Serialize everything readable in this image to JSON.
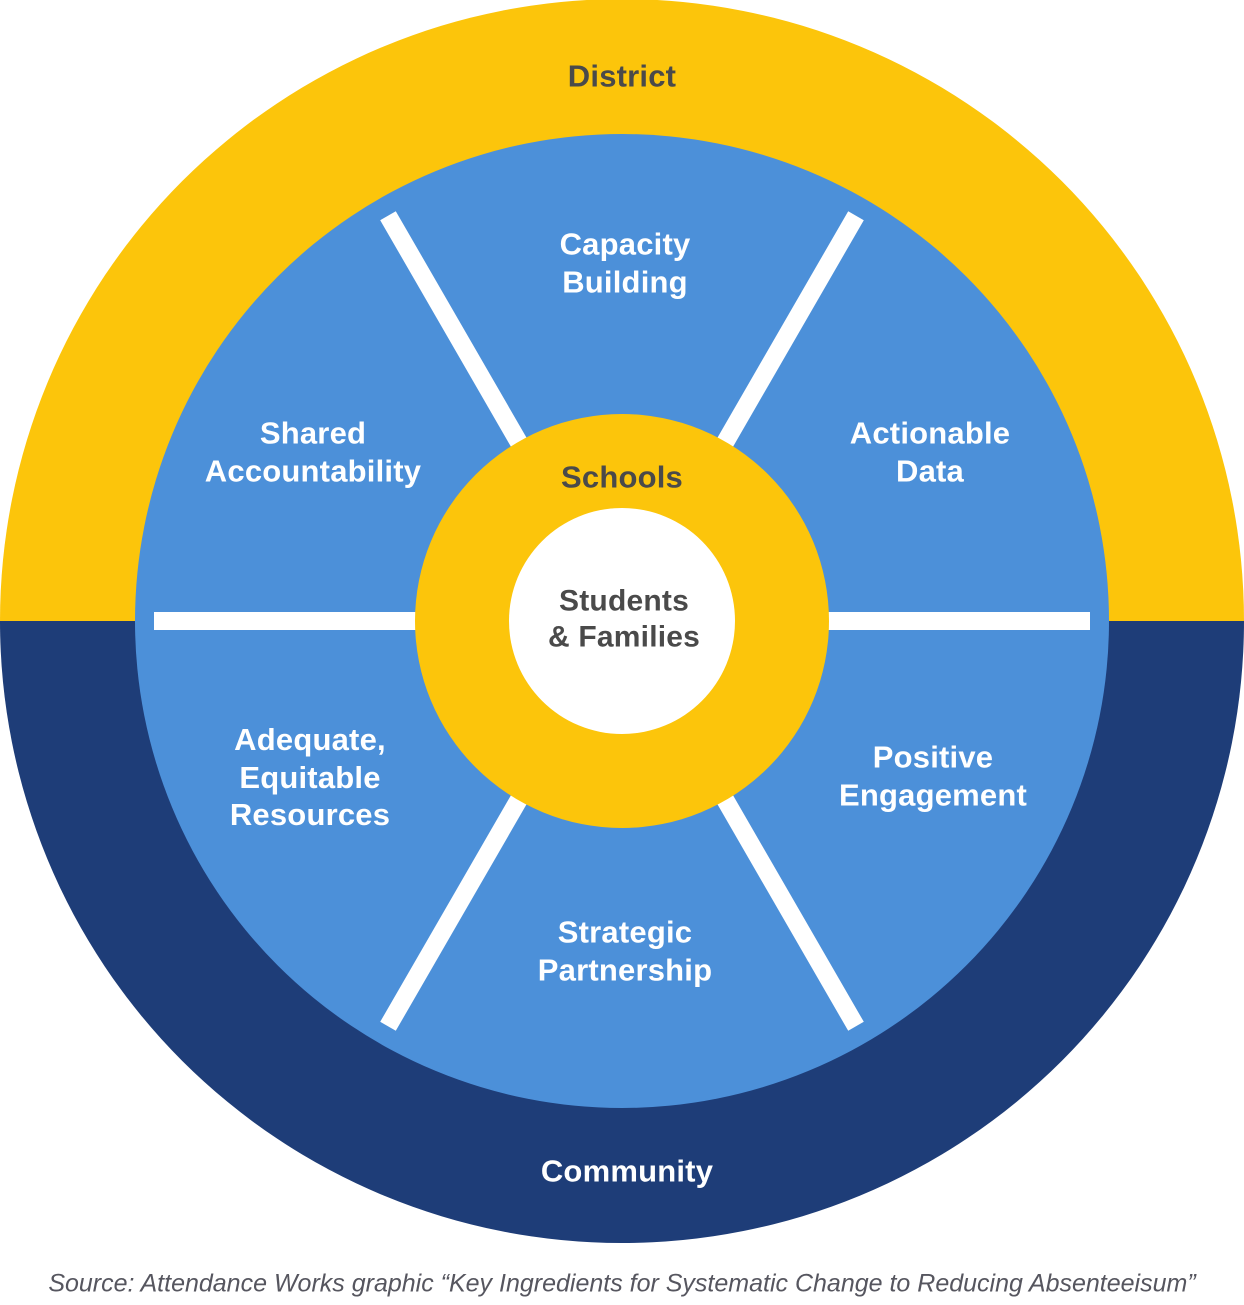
{
  "colors": {
    "district_yellow": "#FCC50B",
    "community_navy": "#1E3D78",
    "segment_blue": "#4C90D9",
    "divider_white": "#FFFFFF",
    "center_white": "#FFFFFF",
    "dark_text": "#4A4A4A",
    "source_text": "#56565F"
  },
  "rings": {
    "outer_top": {
      "label": "District"
    },
    "outer_bottom": {
      "label": "Community"
    },
    "inner": {
      "label": "Schools"
    },
    "center": {
      "label": [
        "Students",
        "& Families"
      ]
    }
  },
  "segments": [
    {
      "label": [
        "Capacity",
        "Building"
      ]
    },
    {
      "label": [
        "Actionable",
        "Data"
      ]
    },
    {
      "label": [
        "Positive",
        "Engagement"
      ]
    },
    {
      "label": [
        "Strategic",
        "Partnership"
      ]
    },
    {
      "label": [
        "Adequate,",
        "Equitable",
        "Resources"
      ]
    },
    {
      "label": [
        "Shared",
        "Accountability"
      ]
    }
  ],
  "source": "Source: Attendance Works graphic “Key Ingredients for Systematic Change to Reducing Absenteeisum”"
}
